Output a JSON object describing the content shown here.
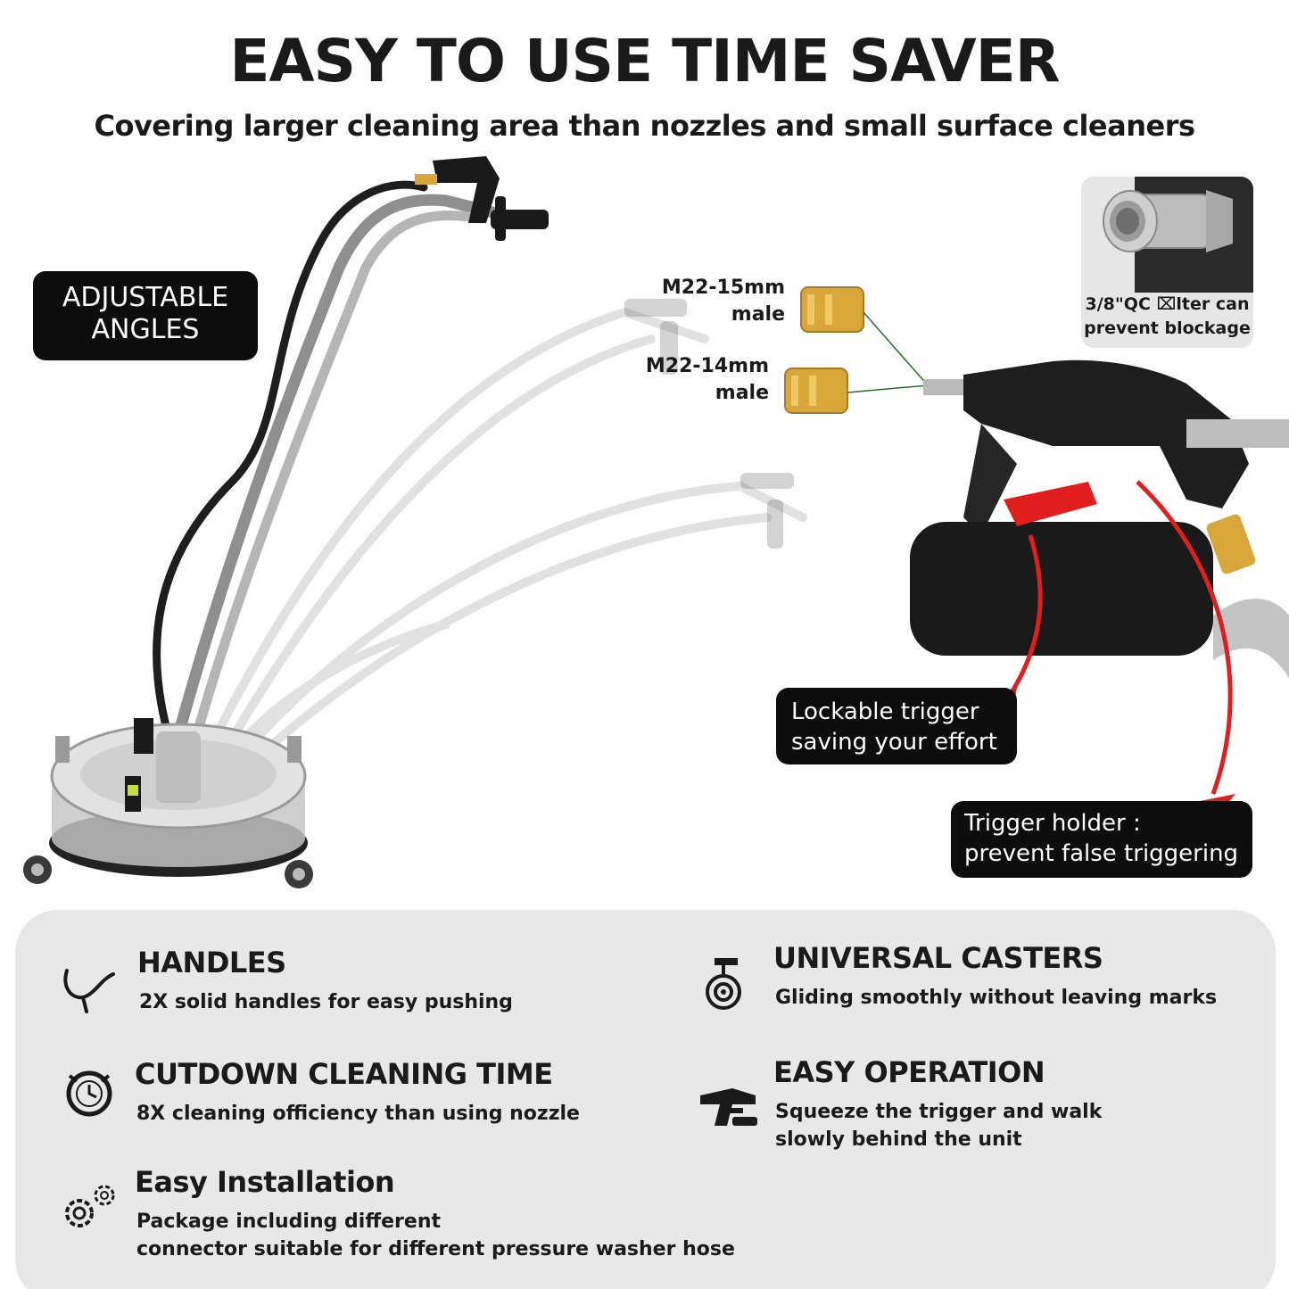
{
  "headline": "EASY TO USE  TIME SAVER",
  "subtitle": "Covering larger cleaning area than nozzles and small surface cleaners",
  "callouts": {
    "angles": [
      "ADJUSTABLE",
      "ANGLES"
    ],
    "lockable": [
      "Lockable trigger",
      "saving your effort"
    ],
    "holder": [
      "Trigger holder :",
      "prevent false triggering"
    ]
  },
  "connectors": {
    "m22_15": [
      "M22-15mm",
      "male"
    ],
    "m22_14": [
      "M22-14mm",
      "male"
    ]
  },
  "filter": [
    "3/8\"QC ⌧lter can",
    "prevent blockage"
  ],
  "features": {
    "handles": {
      "title": "HANDLES",
      "desc": [
        "2X solid handles for easy pushing"
      ]
    },
    "casters": {
      "title": "UNIVERSAL CASTERS",
      "desc": [
        "Gliding smoothly without leaving marks"
      ]
    },
    "cutdown": {
      "title": "CUTDOWN CLEANING TIME",
      "desc": [
        "8X cleaning officiency than using nozzle"
      ]
    },
    "operation": {
      "title": "EASY OPERATION",
      "desc": [
        "Squeeze the trigger and walk",
        "slowly behind the unit"
      ]
    },
    "installation": {
      "title": "Easy Installation",
      "desc": [
        "Package including different",
        "connector suitable for different pressure washer hose"
      ]
    }
  },
  "colors": {
    "accent_red": "#e01e1e",
    "brass": "#d9a63a",
    "pill_bg": "#0d0d0d",
    "panel_bg": "#e8e8e8"
  }
}
